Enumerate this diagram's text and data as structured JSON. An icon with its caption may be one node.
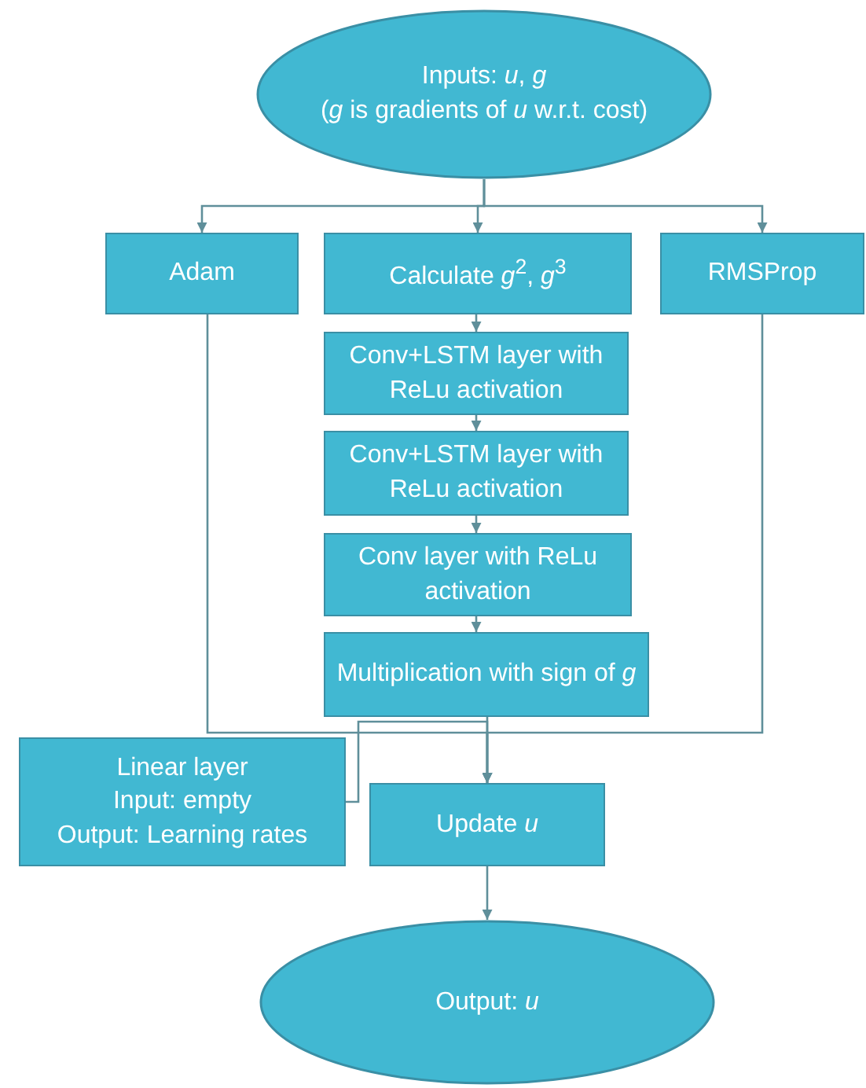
{
  "diagram": {
    "nodes": [
      {
        "text": [
          "Inputs: *u*, *g*",
          "(*g* is gradients of *u* w.r.t. cost)"
        ]
      },
      {
        "text": [
          "Adam"
        ]
      },
      {
        "text": [
          "Calculate *g*$^{2}$, *g*$^{3}$"
        ]
      },
      {
        "text": [
          "RMSProp"
        ]
      },
      {
        "text": [
          "Conv+LSTM layer with ReLu activation"
        ]
      },
      {
        "text": [
          "Conv+LSTM layer with ReLu activation"
        ]
      },
      {
        "text": [
          "Conv layer with ReLu activation"
        ]
      },
      {
        "text": [
          "Multiplication with sign of *g*"
        ]
      },
      {
        "text": [
          "Linear layer",
          "Input: empty",
          "Output: Learning rates"
        ]
      },
      {
        "text": [
          "Update *u*"
        ]
      },
      {
        "text": [
          "Output: *u*"
        ]
      }
    ],
    "edges": [
      {
        "from": 0,
        "to": 1,
        "arrow": "to"
      },
      {
        "from": 0,
        "to": 2,
        "arrow": "to"
      },
      {
        "from": 0,
        "to": 3,
        "arrow": "to"
      },
      {
        "from": 2,
        "to": 4,
        "arrow": "to"
      },
      {
        "from": 4,
        "to": 5,
        "arrow": "to"
      },
      {
        "from": 5,
        "to": 6,
        "arrow": "to"
      },
      {
        "from": 6,
        "to": 7,
        "arrow": "to"
      },
      {
        "from": 7,
        "to": 9,
        "arrow": "to"
      },
      {
        "from": 1,
        "to": 9,
        "arrow": "to"
      },
      {
        "from": 3,
        "to": 9,
        "arrow": "to"
      },
      {
        "from": 8,
        "to": 9,
        "arrow": "to"
      },
      {
        "from": 9,
        "to": 10,
        "arrow": "to"
      }
    ]
  }
}
